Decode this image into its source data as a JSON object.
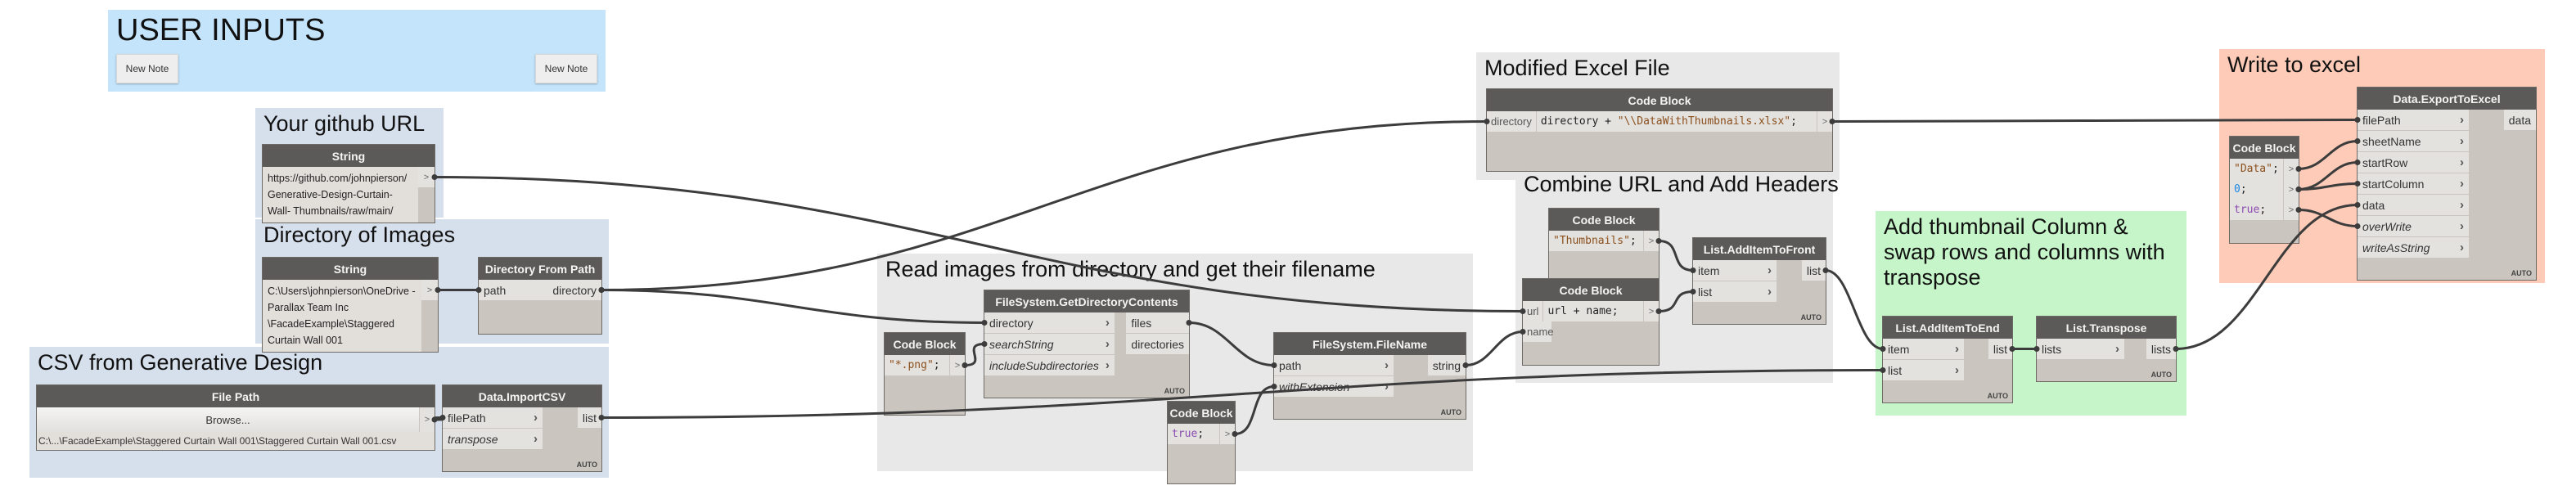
{
  "groups": [
    {
      "id": "user",
      "title": "USER INPUTS",
      "color": "#c3e4fa",
      "big": true,
      "notes": [
        "New Note",
        "New Note"
      ]
    },
    {
      "id": "github",
      "title": "Your github URL",
      "color": "#d6e0ec"
    },
    {
      "id": "dir",
      "title": "Directory of Images",
      "color": "#d6e0ec"
    },
    {
      "id": "csv",
      "title": "CSV from Generative Design",
      "color": "#d6e0ec"
    },
    {
      "id": "read",
      "title": "Read images from directory and get their filename",
      "color": "#e8e8e8"
    },
    {
      "id": "excel",
      "title": "Modified Excel File",
      "color": "#e8e8e8"
    },
    {
      "id": "combine",
      "title": "Combine URL and Add Headers",
      "color": "#e8e8e8"
    },
    {
      "id": "thumb",
      "title": "Add thumbnail Column & swap rows and columns with transpose",
      "color": "#c5f5c8"
    },
    {
      "id": "write",
      "title": "Write to excel",
      "color": "#fecbb8"
    }
  ],
  "nodes": [
    {
      "id": "github_string",
      "kind": "string",
      "title": "String",
      "value": "https://github.com/johnpierson/ Generative-Design-Curtain-Wall- Thumbnails/raw/main/",
      "output": ">"
    },
    {
      "id": "dir_string",
      "kind": "string",
      "title": "String",
      "value": "C:\\Users\\johnpierson\\OneDrive - Parallax Team Inc \\FacadeExample\\Staggered Curtain Wall 001",
      "output": ">"
    },
    {
      "id": "dir_from_path",
      "kind": "func",
      "title": "Directory From Path",
      "inputs": [
        {
          "name": "path"
        }
      ],
      "outputs": [
        "directory"
      ],
      "auto": false
    },
    {
      "id": "file_path",
      "kind": "filepath",
      "title": "File Path",
      "button": "Browse...",
      "value": "C:\\...\\FacadeExample\\Staggered Curtain Wall 001\\Staggered Curtain Wall 001.csv",
      "output": ">"
    },
    {
      "id": "import_csv",
      "kind": "func",
      "title": "Data.ImportCSV",
      "inputs": [
        {
          "name": "filePath",
          "chev": true
        },
        {
          "name": "transpose",
          "chev": true,
          "opt": true
        }
      ],
      "outputs": [
        "list"
      ],
      "auto": "AUTO"
    },
    {
      "id": "cb_png",
      "kind": "code",
      "title": "Code Block",
      "lines": [
        {
          "tokens": [
            {
              "t": "\"*.png\"",
              "c": "str"
            },
            {
              "t": ";",
              "c": "plain"
            }
          ]
        }
      ],
      "output": ">"
    },
    {
      "id": "get_dir",
      "kind": "func",
      "title": "FileSystem.GetDirectoryContents",
      "inputs": [
        {
          "name": "directory",
          "chev": true
        },
        {
          "name": "searchString",
          "chev": true,
          "opt": true
        },
        {
          "name": "includeSubdirectories",
          "chev": true,
          "opt": true
        }
      ],
      "outputs": [
        "files",
        "directories"
      ],
      "auto": "AUTO"
    },
    {
      "id": "file_name",
      "kind": "func",
      "title": "FileSystem.FileName",
      "inputs": [
        {
          "name": "path",
          "chev": true
        },
        {
          "name": "withExtension",
          "chev": true,
          "opt": true
        }
      ],
      "outputs": [
        "string"
      ],
      "auto": "AUTO"
    },
    {
      "id": "cb_true",
      "kind": "code",
      "title": "Code Block",
      "lines": [
        {
          "tokens": [
            {
              "t": "true",
              "c": "kw"
            },
            {
              "t": ";",
              "c": "plain"
            }
          ]
        }
      ],
      "output": ">"
    },
    {
      "id": "cb_excel",
      "kind": "code",
      "title": "Code Block",
      "lines": [
        {
          "input": "directory",
          "tokens": [
            {
              "t": "directory + ",
              "c": "plain"
            },
            {
              "t": "\"\\\\DataWithThumbnails.xlsx\"",
              "c": "str"
            },
            {
              "t": ";",
              "c": "plain"
            }
          ]
        }
      ],
      "output": ">"
    },
    {
      "id": "cb_thumb",
      "kind": "code",
      "title": "Code Block",
      "lines": [
        {
          "tokens": [
            {
              "t": "\"Thumbnails\"",
              "c": "str"
            },
            {
              "t": ";",
              "c": "plain"
            }
          ]
        }
      ],
      "output": ">"
    },
    {
      "id": "cb_urlname",
      "kind": "code",
      "title": "Code Block",
      "lines": [
        {
          "input": "url",
          "tokens": [
            {
              "t": "url + name;",
              "c": "plain"
            }
          ]
        },
        {
          "input": "name",
          "tokens": [],
          "noout": true
        }
      ],
      "output": ">"
    },
    {
      "id": "add_front",
      "kind": "func",
      "title": "List.AddItemToFront",
      "inputs": [
        {
          "name": "item",
          "chev": true
        },
        {
          "name": "list",
          "chev": true
        }
      ],
      "outputs": [
        "list"
      ],
      "auto": "AUTO"
    },
    {
      "id": "add_end",
      "kind": "func",
      "title": "List.AddItemToEnd",
      "inputs": [
        {
          "name": "item",
          "chev": true
        },
        {
          "name": "list",
          "chev": true
        }
      ],
      "outputs": [
        "list"
      ],
      "auto": "AUTO"
    },
    {
      "id": "transpose",
      "kind": "func",
      "title": "List.Transpose",
      "inputs": [
        {
          "name": "lists",
          "chev": true
        }
      ],
      "outputs": [
        "lists"
      ],
      "auto": "AUTO"
    },
    {
      "id": "cb_data",
      "kind": "code",
      "title": "Code Block",
      "lines": [
        {
          "tokens": [
            {
              "t": "\"Data\"",
              "c": "str"
            },
            {
              "t": ";",
              "c": "plain"
            }
          ]
        },
        {
          "tokens": [
            {
              "t": "0",
              "c": "num"
            },
            {
              "t": ";",
              "c": "plain"
            }
          ]
        },
        {
          "tokens": [
            {
              "t": "true",
              "c": "kw"
            },
            {
              "t": ";",
              "c": "plain"
            }
          ]
        }
      ],
      "output": ">"
    },
    {
      "id": "export",
      "kind": "func",
      "title": "Data.ExportToExcel",
      "inputs": [
        {
          "name": "filePath",
          "chev": true
        },
        {
          "name": "sheetName",
          "chev": true
        },
        {
          "name": "startRow",
          "chev": true
        },
        {
          "name": "startColumn",
          "chev": true
        },
        {
          "name": "data",
          "chev": true
        },
        {
          "name": "overWrite",
          "chev": true,
          "opt": true
        },
        {
          "name": "writeAsString",
          "chev": true,
          "opt": true
        }
      ],
      "outputs": [
        "data"
      ],
      "auto": "AUTO"
    }
  ],
  "connections": [
    [
      "github_string",
      0,
      "cb_urlname",
      0
    ],
    [
      "dir_string",
      0,
      "dir_from_path",
      0
    ],
    [
      "dir_from_path",
      0,
      "get_dir",
      0
    ],
    [
      "dir_from_path",
      0,
      "cb_excel",
      0
    ],
    [
      "cb_png",
      0,
      "get_dir",
      1
    ],
    [
      "get_dir",
      0,
      "file_name",
      0
    ],
    [
      "cb_true",
      0,
      "file_name",
      1
    ],
    [
      "file_name",
      0,
      "cb_urlname",
      1
    ],
    [
      "file_path",
      0,
      "import_csv",
      0
    ],
    [
      "import_csv",
      0,
      "add_end",
      1
    ],
    [
      "cb_thumb",
      0,
      "add_front",
      0
    ],
    [
      "cb_urlname",
      0,
      "add_front",
      1
    ],
    [
      "add_front",
      0,
      "add_end",
      0
    ],
    [
      "add_end",
      0,
      "transpose",
      0
    ],
    [
      "transpose",
      0,
      "export",
      4
    ],
    [
      "cb_excel",
      0,
      "export",
      0
    ],
    [
      "cb_data",
      0,
      "export",
      1
    ],
    [
      "cb_data",
      1,
      "export",
      2
    ],
    [
      "cb_data",
      1,
      "export",
      3
    ],
    [
      "cb_data",
      2,
      "export",
      5
    ]
  ],
  "colors": {
    "node_header": "#5c5a58",
    "node_body": "#cac5bf",
    "wire": "#3c3c3c"
  }
}
